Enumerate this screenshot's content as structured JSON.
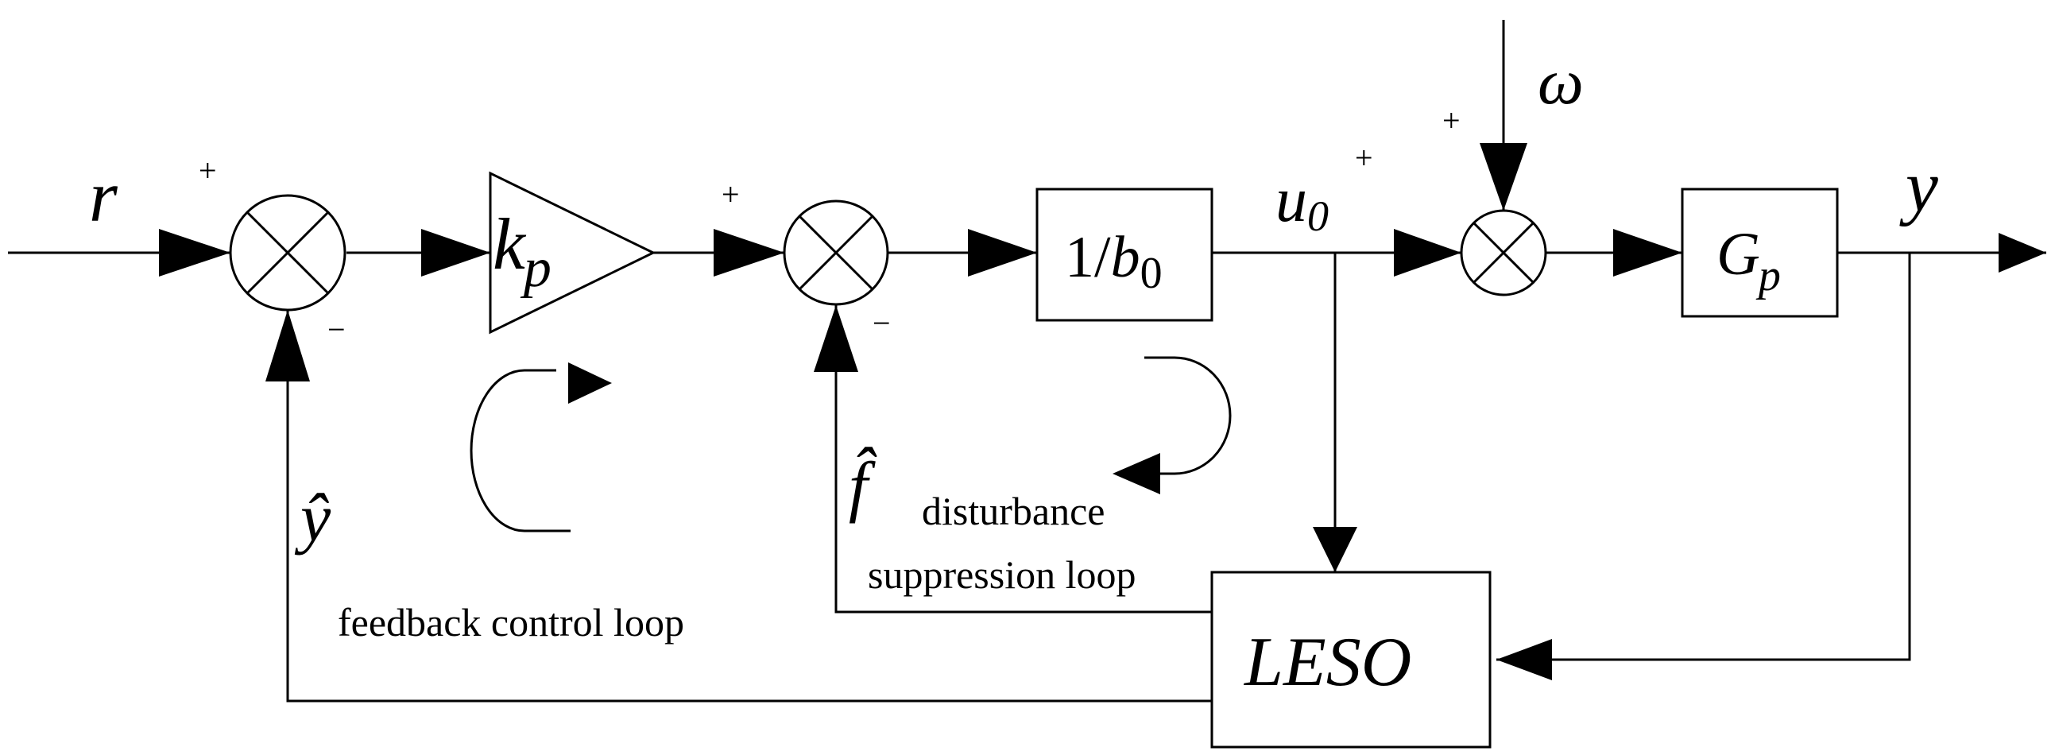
{
  "signals": {
    "reference": "r",
    "output": "y",
    "disturbance": "ω",
    "control_main": "u",
    "control_sub": "0",
    "y_estimate": "ŷ",
    "f_estimate": "f̂"
  },
  "blocks": {
    "gain_main": "k",
    "gain_sub": "p",
    "inverse_b0_prefix": "1/",
    "inverse_b0_var": "b",
    "inverse_b0_sub": "0",
    "plant_main": "G",
    "plant_sub": "p",
    "observer": "LESO"
  },
  "signs": {
    "sum1_top": "+",
    "sum1_bottom": "−",
    "sum2_top": "+",
    "sum2_bottom": "−",
    "sum3_left": "+",
    "sum3_top": "+"
  },
  "labels": {
    "feedback_loop": "feedback control loop",
    "disturbance_loop_line1": "disturbance",
    "disturbance_loop_line2": "suppression loop"
  }
}
